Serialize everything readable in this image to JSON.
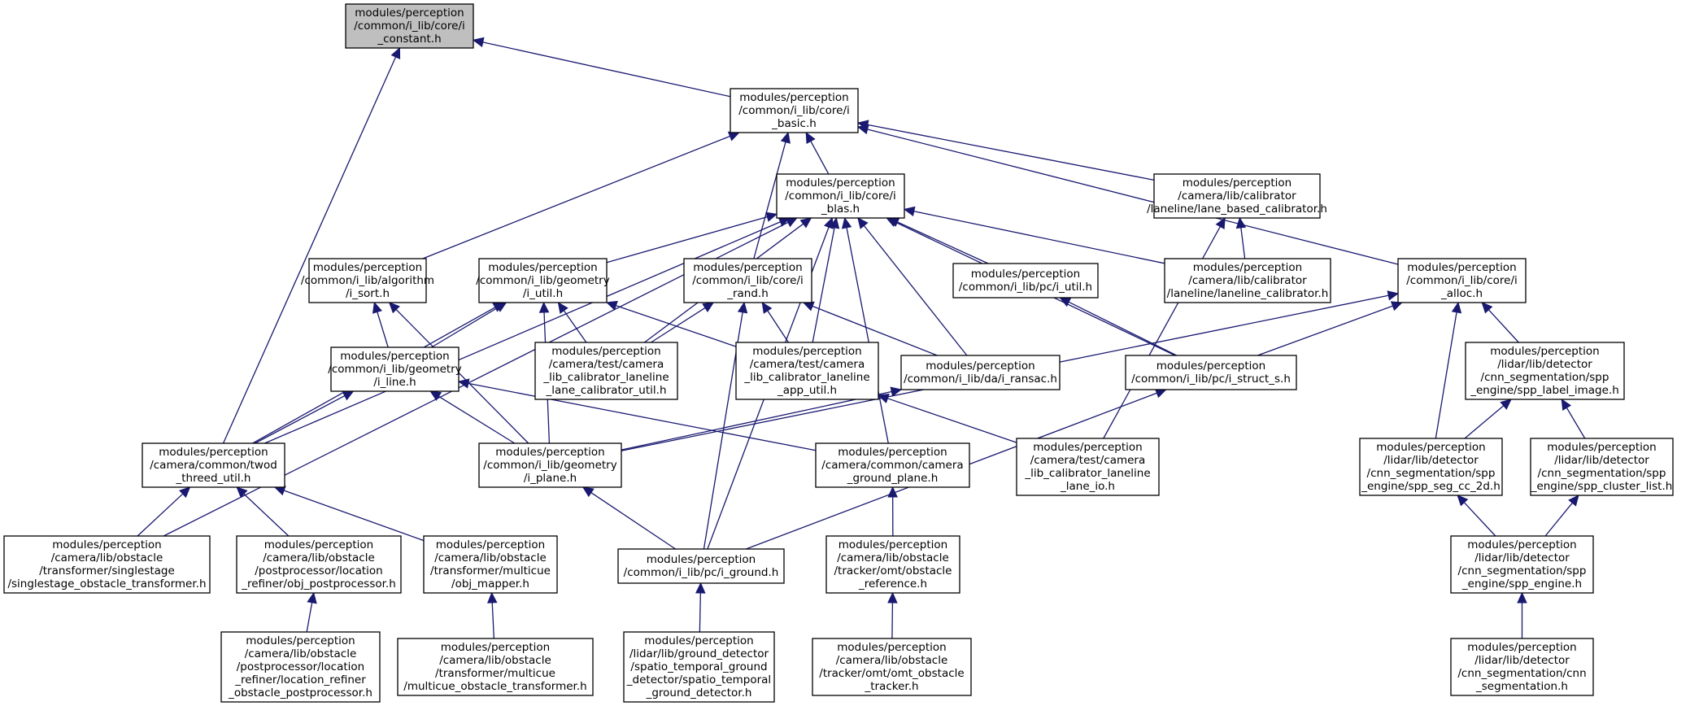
{
  "graph": {
    "colors": {
      "edge": "#191970",
      "node_border": "#000000",
      "root_fill": "#bfbfbf",
      "node_fill": "#ffffff"
    },
    "root": "i_constant",
    "nodes": [
      {
        "id": "i_constant",
        "lines": [
          "modules/perception",
          "/common/i_lib/core/i",
          "_constant.h"
        ]
      },
      {
        "id": "i_basic",
        "lines": [
          "modules/perception",
          "/common/i_lib/core/i",
          "_basic.h"
        ]
      },
      {
        "id": "i_blas",
        "lines": [
          "modules/perception",
          "/common/i_lib/core/i",
          "_blas.h"
        ]
      },
      {
        "id": "lane_based_calibrator",
        "lines": [
          "modules/perception",
          "/camera/lib/calibrator",
          "/laneline/lane_based_calibrator.h"
        ]
      },
      {
        "id": "i_sort",
        "lines": [
          "modules/perception",
          "/common/i_lib/algorithm",
          "/i_sort.h"
        ]
      },
      {
        "id": "i_util",
        "lines": [
          "modules/perception",
          "/common/i_lib/geometry",
          "/i_util.h"
        ]
      },
      {
        "id": "i_rand",
        "lines": [
          "modules/perception",
          "/common/i_lib/core/i",
          "_rand.h"
        ]
      },
      {
        "id": "pc_i_util",
        "lines": [
          "modules/perception",
          "/common/i_lib/pc/i_util.h"
        ]
      },
      {
        "id": "laneline_calibrator",
        "lines": [
          "modules/perception",
          "/camera/lib/calibrator",
          "/laneline/laneline_calibrator.h"
        ]
      },
      {
        "id": "i_alloc",
        "lines": [
          "modules/perception",
          "/common/i_lib/core/i",
          "_alloc.h"
        ]
      },
      {
        "id": "i_line",
        "lines": [
          "modules/perception",
          "/common/i_lib/geometry",
          "/i_line.h"
        ]
      },
      {
        "id": "lane_calibrator_util",
        "lines": [
          "modules/perception",
          "/camera/test/camera",
          "_lib_calibrator_laneline",
          "_lane_calibrator_util.h"
        ]
      },
      {
        "id": "app_util",
        "lines": [
          "modules/perception",
          "/camera/test/camera",
          "_lib_calibrator_laneline",
          "_app_util.h"
        ]
      },
      {
        "id": "i_ransac",
        "lines": [
          "modules/perception",
          "/common/i_lib/da/i_ransac.h"
        ]
      },
      {
        "id": "i_struct_s",
        "lines": [
          "modules/perception",
          "/common/i_lib/pc/i_struct_s.h"
        ]
      },
      {
        "id": "spp_label_image",
        "lines": [
          "modules/perception",
          "/lidar/lib/detector",
          "/cnn_segmentation/spp",
          "_engine/spp_label_image.h"
        ]
      },
      {
        "id": "twod_threed_util",
        "lines": [
          "modules/perception",
          "/camera/common/twod",
          "_threed_util.h"
        ]
      },
      {
        "id": "i_plane",
        "lines": [
          "modules/perception",
          "/common/i_lib/geometry",
          "/i_plane.h"
        ]
      },
      {
        "id": "camera_ground_plane",
        "lines": [
          "modules/perception",
          "/camera/common/camera",
          "_ground_plane.h"
        ]
      },
      {
        "id": "lane_io",
        "lines": [
          "modules/perception",
          "/camera/test/camera",
          "_lib_calibrator_laneline",
          "_lane_io.h"
        ]
      },
      {
        "id": "spp_seg_cc_2d",
        "lines": [
          "modules/perception",
          "/lidar/lib/detector",
          "/cnn_segmentation/spp",
          "_engine/spp_seg_cc_2d.h"
        ]
      },
      {
        "id": "spp_cluster_list",
        "lines": [
          "modules/perception",
          "/lidar/lib/detector",
          "/cnn_segmentation/spp",
          "_engine/spp_cluster_list.h"
        ]
      },
      {
        "id": "singlestage",
        "lines": [
          "modules/perception",
          "/camera/lib/obstacle",
          "/transformer/singlestage",
          "/singlestage_obstacle_transformer.h"
        ]
      },
      {
        "id": "obj_postprocessor",
        "lines": [
          "modules/perception",
          "/camera/lib/obstacle",
          "/postprocessor/location",
          "_refiner/obj_postprocessor.h"
        ]
      },
      {
        "id": "obj_mapper",
        "lines": [
          "modules/perception",
          "/camera/lib/obstacle",
          "/transformer/multicue",
          "/obj_mapper.h"
        ]
      },
      {
        "id": "i_ground",
        "lines": [
          "modules/perception",
          "/common/i_lib/pc/i_ground.h"
        ]
      },
      {
        "id": "omt_obstacle_reference",
        "lines": [
          "modules/perception",
          "/camera/lib/obstacle",
          "/tracker/omt/obstacle",
          "_reference.h"
        ]
      },
      {
        "id": "spp_engine",
        "lines": [
          "modules/perception",
          "/lidar/lib/detector",
          "/cnn_segmentation/spp",
          "_engine/spp_engine.h"
        ]
      },
      {
        "id": "location_refiner_obstacle_postprocessor",
        "lines": [
          "modules/perception",
          "/camera/lib/obstacle",
          "/postprocessor/location",
          "_refiner/location_refiner",
          "_obstacle_postprocessor.h"
        ]
      },
      {
        "id": "multicue_obstacle_transformer",
        "lines": [
          "modules/perception",
          "/camera/lib/obstacle",
          "/transformer/multicue",
          "/multicue_obstacle_transformer.h"
        ]
      },
      {
        "id": "spatio_temporal_ground_detector",
        "lines": [
          "modules/perception",
          "/lidar/lib/ground_detector",
          "/spatio_temporal_ground",
          "_detector/spatio_temporal",
          "_ground_detector.h"
        ]
      },
      {
        "id": "omt_obstacle_tracker",
        "lines": [
          "modules/perception",
          "/camera/lib/obstacle",
          "/tracker/omt/omt_obstacle",
          "_tracker.h"
        ]
      },
      {
        "id": "cnn_segmentation",
        "lines": [
          "modules/perception",
          "/lidar/lib/detector",
          "/cnn_segmentation/cnn",
          "_segmentation.h"
        ]
      }
    ],
    "edges": [
      [
        "i_basic",
        "i_constant"
      ],
      [
        "twod_threed_util",
        "i_constant"
      ],
      [
        "i_blas",
        "i_basic"
      ],
      [
        "lane_based_calibrator",
        "i_basic"
      ],
      [
        "i_sort",
        "i_basic"
      ],
      [
        "i_rand",
        "i_basic"
      ],
      [
        "i_alloc",
        "i_basic"
      ],
      [
        "i_util",
        "i_blas"
      ],
      [
        "pc_i_util",
        "i_blas"
      ],
      [
        "laneline_calibrator",
        "i_blas"
      ],
      [
        "lane_calibrator_util",
        "i_blas"
      ],
      [
        "app_util",
        "i_blas"
      ],
      [
        "i_ransac",
        "i_blas"
      ],
      [
        "i_struct_s",
        "i_blas"
      ],
      [
        "twod_threed_util",
        "i_blas"
      ],
      [
        "camera_ground_plane",
        "i_blas"
      ],
      [
        "singlestage",
        "i_blas"
      ],
      [
        "i_ground",
        "i_blas"
      ],
      [
        "laneline_calibrator",
        "lane_based_calibrator"
      ],
      [
        "lane_io",
        "lane_based_calibrator"
      ],
      [
        "i_line",
        "i_sort"
      ],
      [
        "i_plane",
        "i_sort"
      ],
      [
        "i_line",
        "i_util"
      ],
      [
        "lane_calibrator_util",
        "i_util"
      ],
      [
        "app_util",
        "i_util"
      ],
      [
        "twod_threed_util",
        "i_util"
      ],
      [
        "i_plane",
        "i_util"
      ],
      [
        "lane_calibrator_util",
        "i_rand"
      ],
      [
        "app_util",
        "i_rand"
      ],
      [
        "i_ransac",
        "i_rand"
      ],
      [
        "i_ground",
        "i_rand"
      ],
      [
        "i_struct_s",
        "pc_i_util"
      ],
      [
        "i_struct_s",
        "i_alloc"
      ],
      [
        "i_plane",
        "i_alloc"
      ],
      [
        "spp_label_image",
        "i_alloc"
      ],
      [
        "spp_seg_cc_2d",
        "i_alloc"
      ],
      [
        "twod_threed_util",
        "i_line"
      ],
      [
        "i_plane",
        "i_line"
      ],
      [
        "camera_ground_plane",
        "i_line"
      ],
      [
        "lane_io",
        "app_util"
      ],
      [
        "i_plane",
        "i_ransac"
      ],
      [
        "i_ground",
        "i_struct_s"
      ],
      [
        "spp_seg_cc_2d",
        "spp_label_image"
      ],
      [
        "spp_cluster_list",
        "spp_label_image"
      ],
      [
        "singlestage",
        "twod_threed_util"
      ],
      [
        "obj_postprocessor",
        "twod_threed_util"
      ],
      [
        "obj_mapper",
        "twod_threed_util"
      ],
      [
        "i_ground",
        "i_plane"
      ],
      [
        "omt_obstacle_reference",
        "camera_ground_plane"
      ],
      [
        "spp_engine",
        "spp_seg_cc_2d"
      ],
      [
        "spp_engine",
        "spp_cluster_list"
      ],
      [
        "location_refiner_obstacle_postprocessor",
        "obj_postprocessor"
      ],
      [
        "multicue_obstacle_transformer",
        "obj_mapper"
      ],
      [
        "spatio_temporal_ground_detector",
        "i_ground"
      ],
      [
        "omt_obstacle_tracker",
        "omt_obstacle_reference"
      ],
      [
        "cnn_segmentation",
        "spp_engine"
      ]
    ]
  }
}
